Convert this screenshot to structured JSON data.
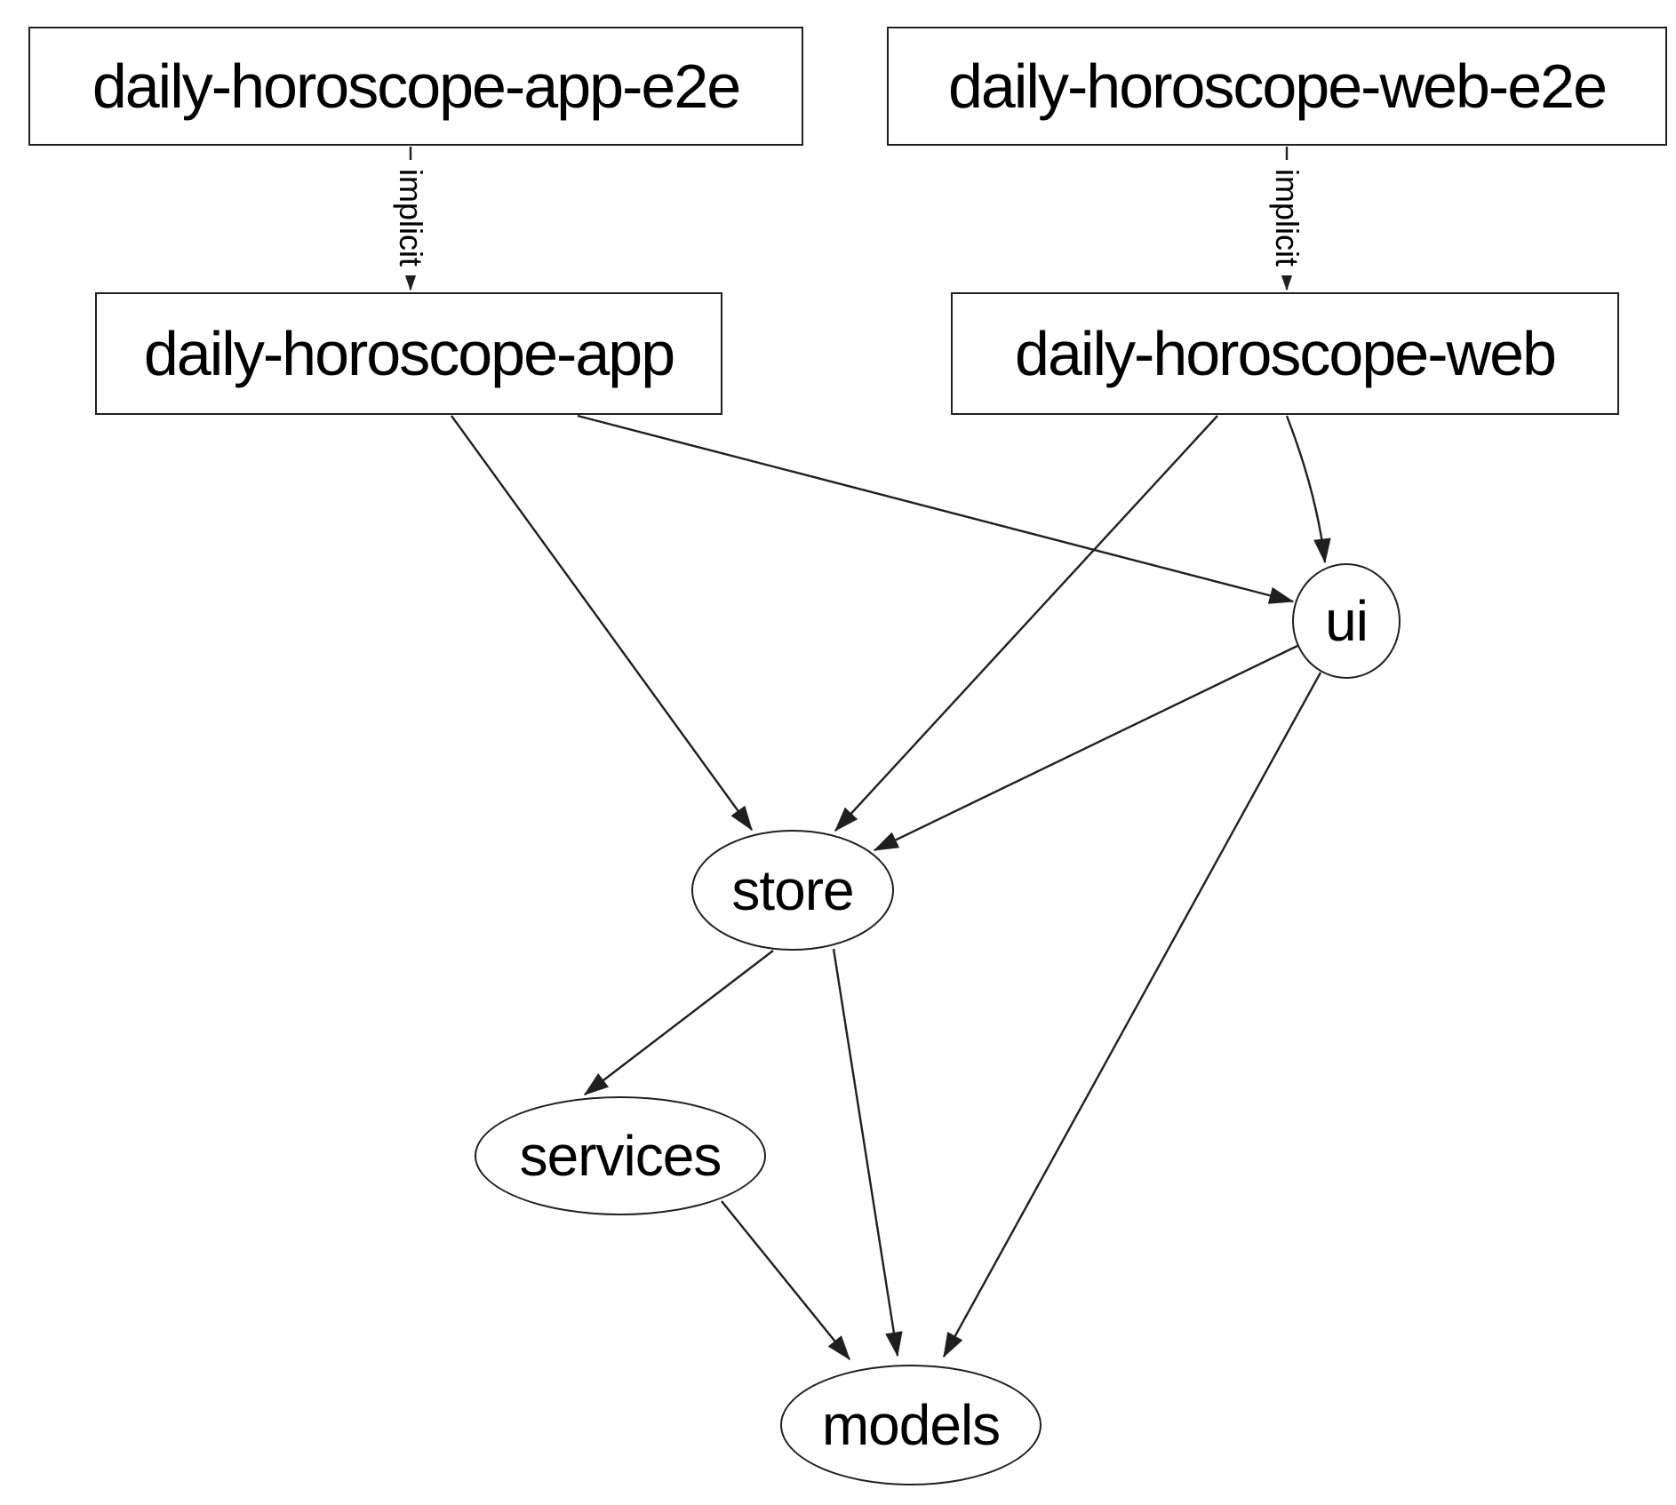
{
  "diagram": {
    "kind": "dependency-graph",
    "colors": {
      "background": "#ffffff",
      "stroke": "#1f1f1f",
      "node_fill": "#ffffff",
      "text": "#000000"
    },
    "nodes": [
      {
        "id": "daily-horoscope-app-e2e",
        "label": "daily-horoscope-app-e2e",
        "shape": "rectangle"
      },
      {
        "id": "daily-horoscope-web-e2e",
        "label": "daily-horoscope-web-e2e",
        "shape": "rectangle"
      },
      {
        "id": "daily-horoscope-app",
        "label": "daily-horoscope-app",
        "shape": "rectangle"
      },
      {
        "id": "daily-horoscope-web",
        "label": "daily-horoscope-web",
        "shape": "rectangle"
      },
      {
        "id": "ui",
        "label": "ui",
        "shape": "ellipse"
      },
      {
        "id": "store",
        "label": "store",
        "shape": "ellipse"
      },
      {
        "id": "services",
        "label": "services",
        "shape": "ellipse"
      },
      {
        "id": "models",
        "label": "models",
        "shape": "ellipse"
      }
    ],
    "edges": [
      {
        "from": "daily-horoscope-app-e2e",
        "to": "daily-horoscope-app",
        "label": "implicit"
      },
      {
        "from": "daily-horoscope-web-e2e",
        "to": "daily-horoscope-web",
        "label": "implicit"
      },
      {
        "from": "daily-horoscope-app",
        "to": "store",
        "label": ""
      },
      {
        "from": "daily-horoscope-app",
        "to": "ui",
        "label": ""
      },
      {
        "from": "daily-horoscope-web",
        "to": "store",
        "label": ""
      },
      {
        "from": "daily-horoscope-web",
        "to": "ui",
        "label": ""
      },
      {
        "from": "ui",
        "to": "store",
        "label": ""
      },
      {
        "from": "ui",
        "to": "models",
        "label": ""
      },
      {
        "from": "store",
        "to": "services",
        "label": ""
      },
      {
        "from": "store",
        "to": "models",
        "label": ""
      },
      {
        "from": "services",
        "to": "models",
        "label": ""
      }
    ]
  }
}
